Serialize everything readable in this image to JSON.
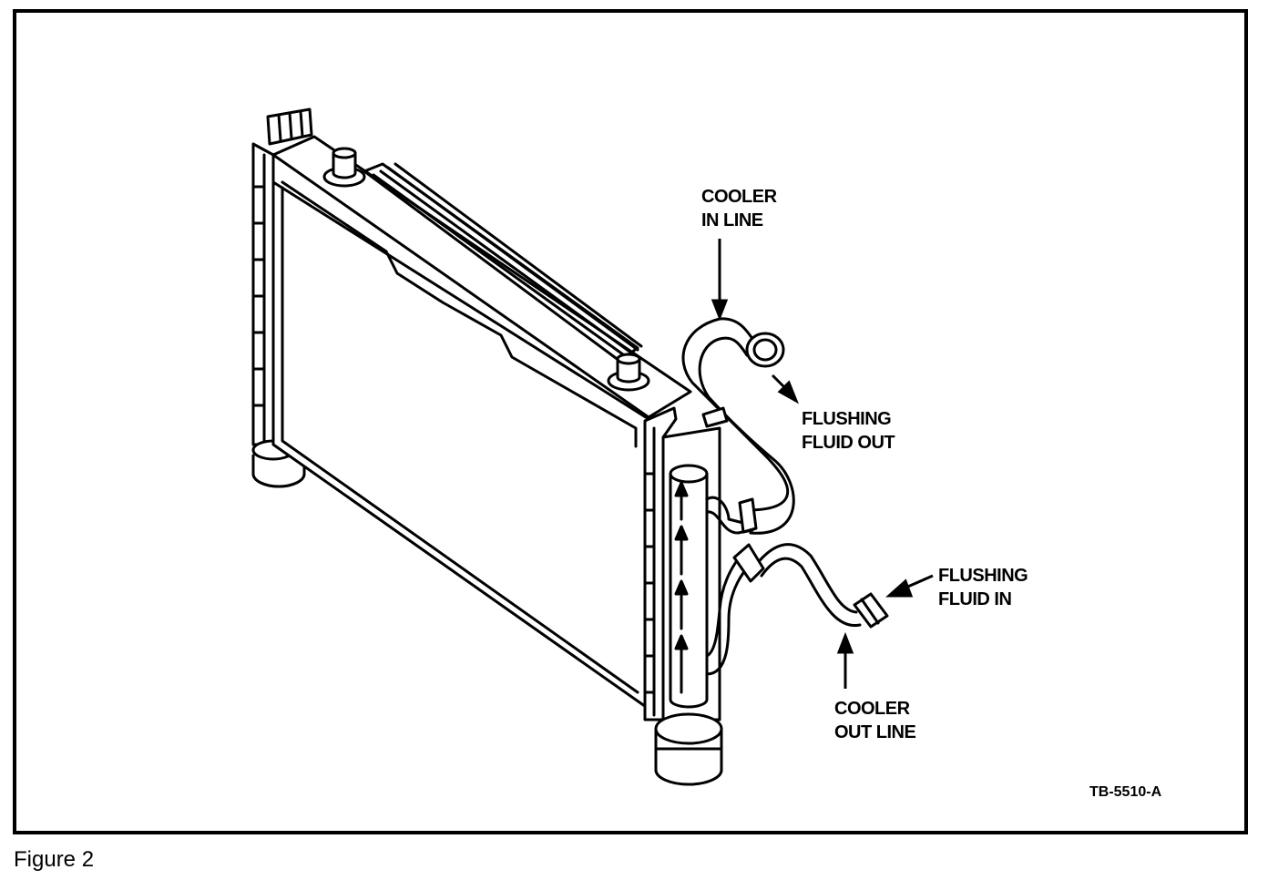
{
  "diagram": {
    "labels": {
      "cooler_in_line": [
        "COOLER",
        "IN LINE"
      ],
      "flushing_fluid_out": [
        "FLUSHING",
        "FLUID OUT"
      ],
      "flushing_fluid_in": [
        "FLUSHING",
        "FLUID IN"
      ],
      "cooler_out_line": [
        "COOLER",
        "OUT LINE"
      ],
      "figure_code": "TB-5510-A"
    }
  },
  "caption": "Figure 2"
}
